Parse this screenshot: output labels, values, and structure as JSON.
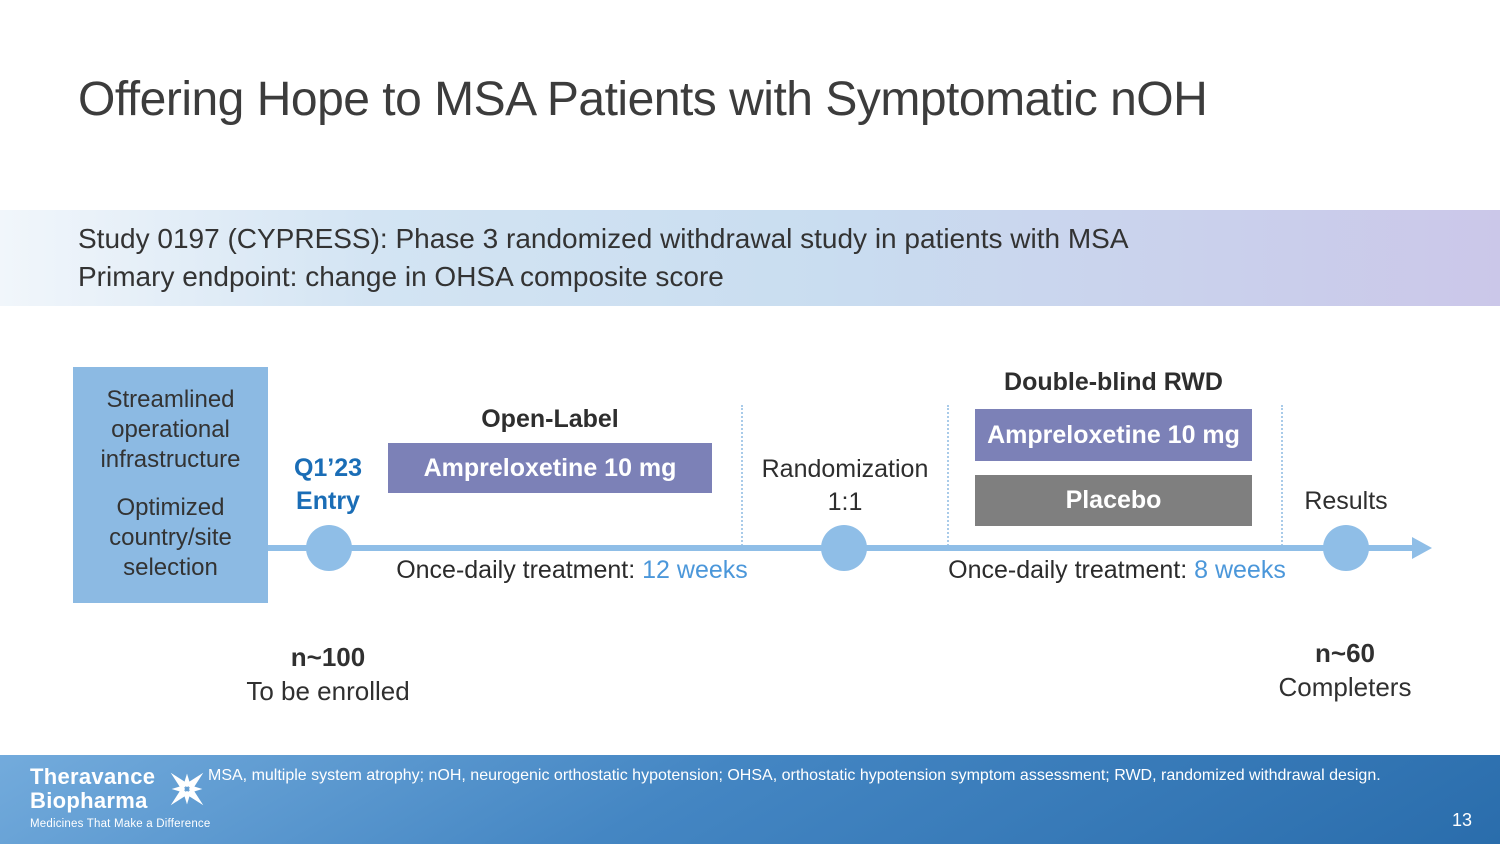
{
  "slide": {
    "title": "Offering Hope to MSA Patients with Symptomatic nOH",
    "page_number": "13"
  },
  "banner": {
    "line1": "Study 0197 (CYPRESS): Phase 3 randomized withdrawal study in patients with MSA",
    "line2": "Primary endpoint: change in OHSA composite score"
  },
  "diagram": {
    "infrastructure_box": {
      "line1": "Streamlined operational infrastructure",
      "line2": "Optimized country/site selection"
    },
    "entry": {
      "line1": "Q1’23",
      "line2": "Entry"
    },
    "open_label": {
      "title": "Open-Label",
      "drug": "Ampreloxetine 10 mg",
      "treatment_prefix": "Once-daily treatment:",
      "duration": "12 weeks"
    },
    "randomization": {
      "line1": "Randomization",
      "line2": "1:1"
    },
    "double_blind": {
      "title": "Double-blind RWD",
      "drug": "Ampreloxetine 10 mg",
      "placebo": "Placebo",
      "treatment_prefix": "Once-daily treatment:",
      "duration": "8 weeks"
    },
    "results_label": "Results",
    "enrollment": {
      "count": "n~100",
      "label": "To be enrolled"
    },
    "completers": {
      "count": "n~60",
      "label": "Completers"
    }
  },
  "footer": {
    "logo": {
      "line1": "Theravance",
      "line2": "Biopharma",
      "tagline": "Medicines That Make a Difference"
    },
    "footnote": "MSA, multiple system atrophy; nOH, neurogenic orthostatic hypotension; OHSA, orthostatic hypotension symptom assessment; RWD, randomized withdrawal design."
  },
  "colors": {
    "accent_entry_blue": "#1a6db6",
    "duration_blue": "#4b97da",
    "infrastructure_box_blue": "#8cbae3",
    "timeline_blue": "#8fbee7",
    "drug_box_purple": "#7c81b7",
    "placebo_gray": "#7f7f7f",
    "banner_left": "#f1f6fb",
    "banner_mid_blue": "#c9ddf0",
    "banner_right_lavender": "#cbc7e9",
    "footer_top_blue": "#73abdc",
    "footer_bottom_blue": "#2a6dac"
  }
}
